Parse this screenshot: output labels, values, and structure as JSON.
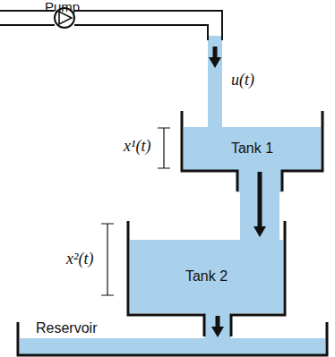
{
  "diagram": {
    "nodes": [
      {
        "text": [
          "Tank 1"
        ]
      },
      {
        "text": [
          "Tank 2"
        ]
      },
      {
        "text": [
          "Reservoir"
        ]
      }
    ],
    "edges": [
      {
        "from": 0,
        "to": 1,
        "arrow": "to"
      },
      {
        "from": 1,
        "to": 2,
        "arrow": "to"
      }
    ],
    "labels": [
      "Pump",
      "u(t)",
      "x¹(t)",
      "x²(t)"
    ]
  }
}
